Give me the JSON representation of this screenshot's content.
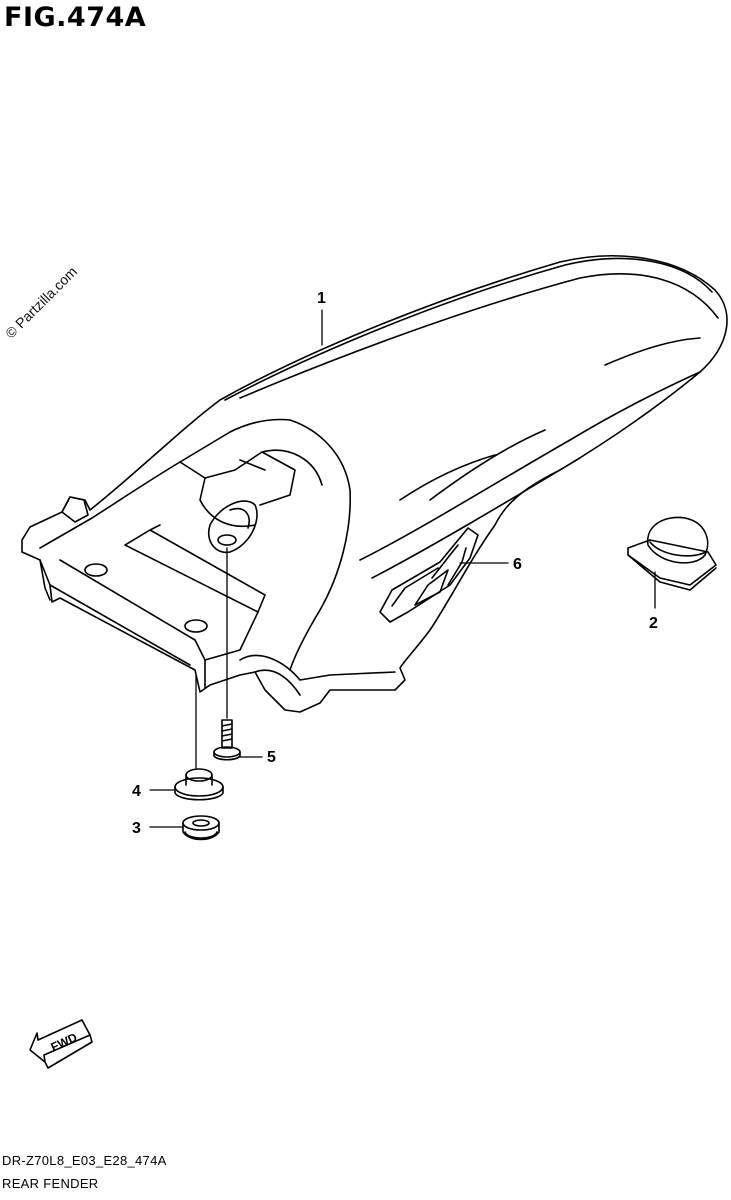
{
  "figure": {
    "title": "FIG.474A",
    "watermark": "© Partzilla.com",
    "fwd_label": "FWD"
  },
  "callouts": [
    "1",
    "2",
    "3",
    "4",
    "5",
    "6"
  ],
  "footer": {
    "code": "DR-Z70L8_E03_E28_474A",
    "name": "REAR FENDER"
  }
}
